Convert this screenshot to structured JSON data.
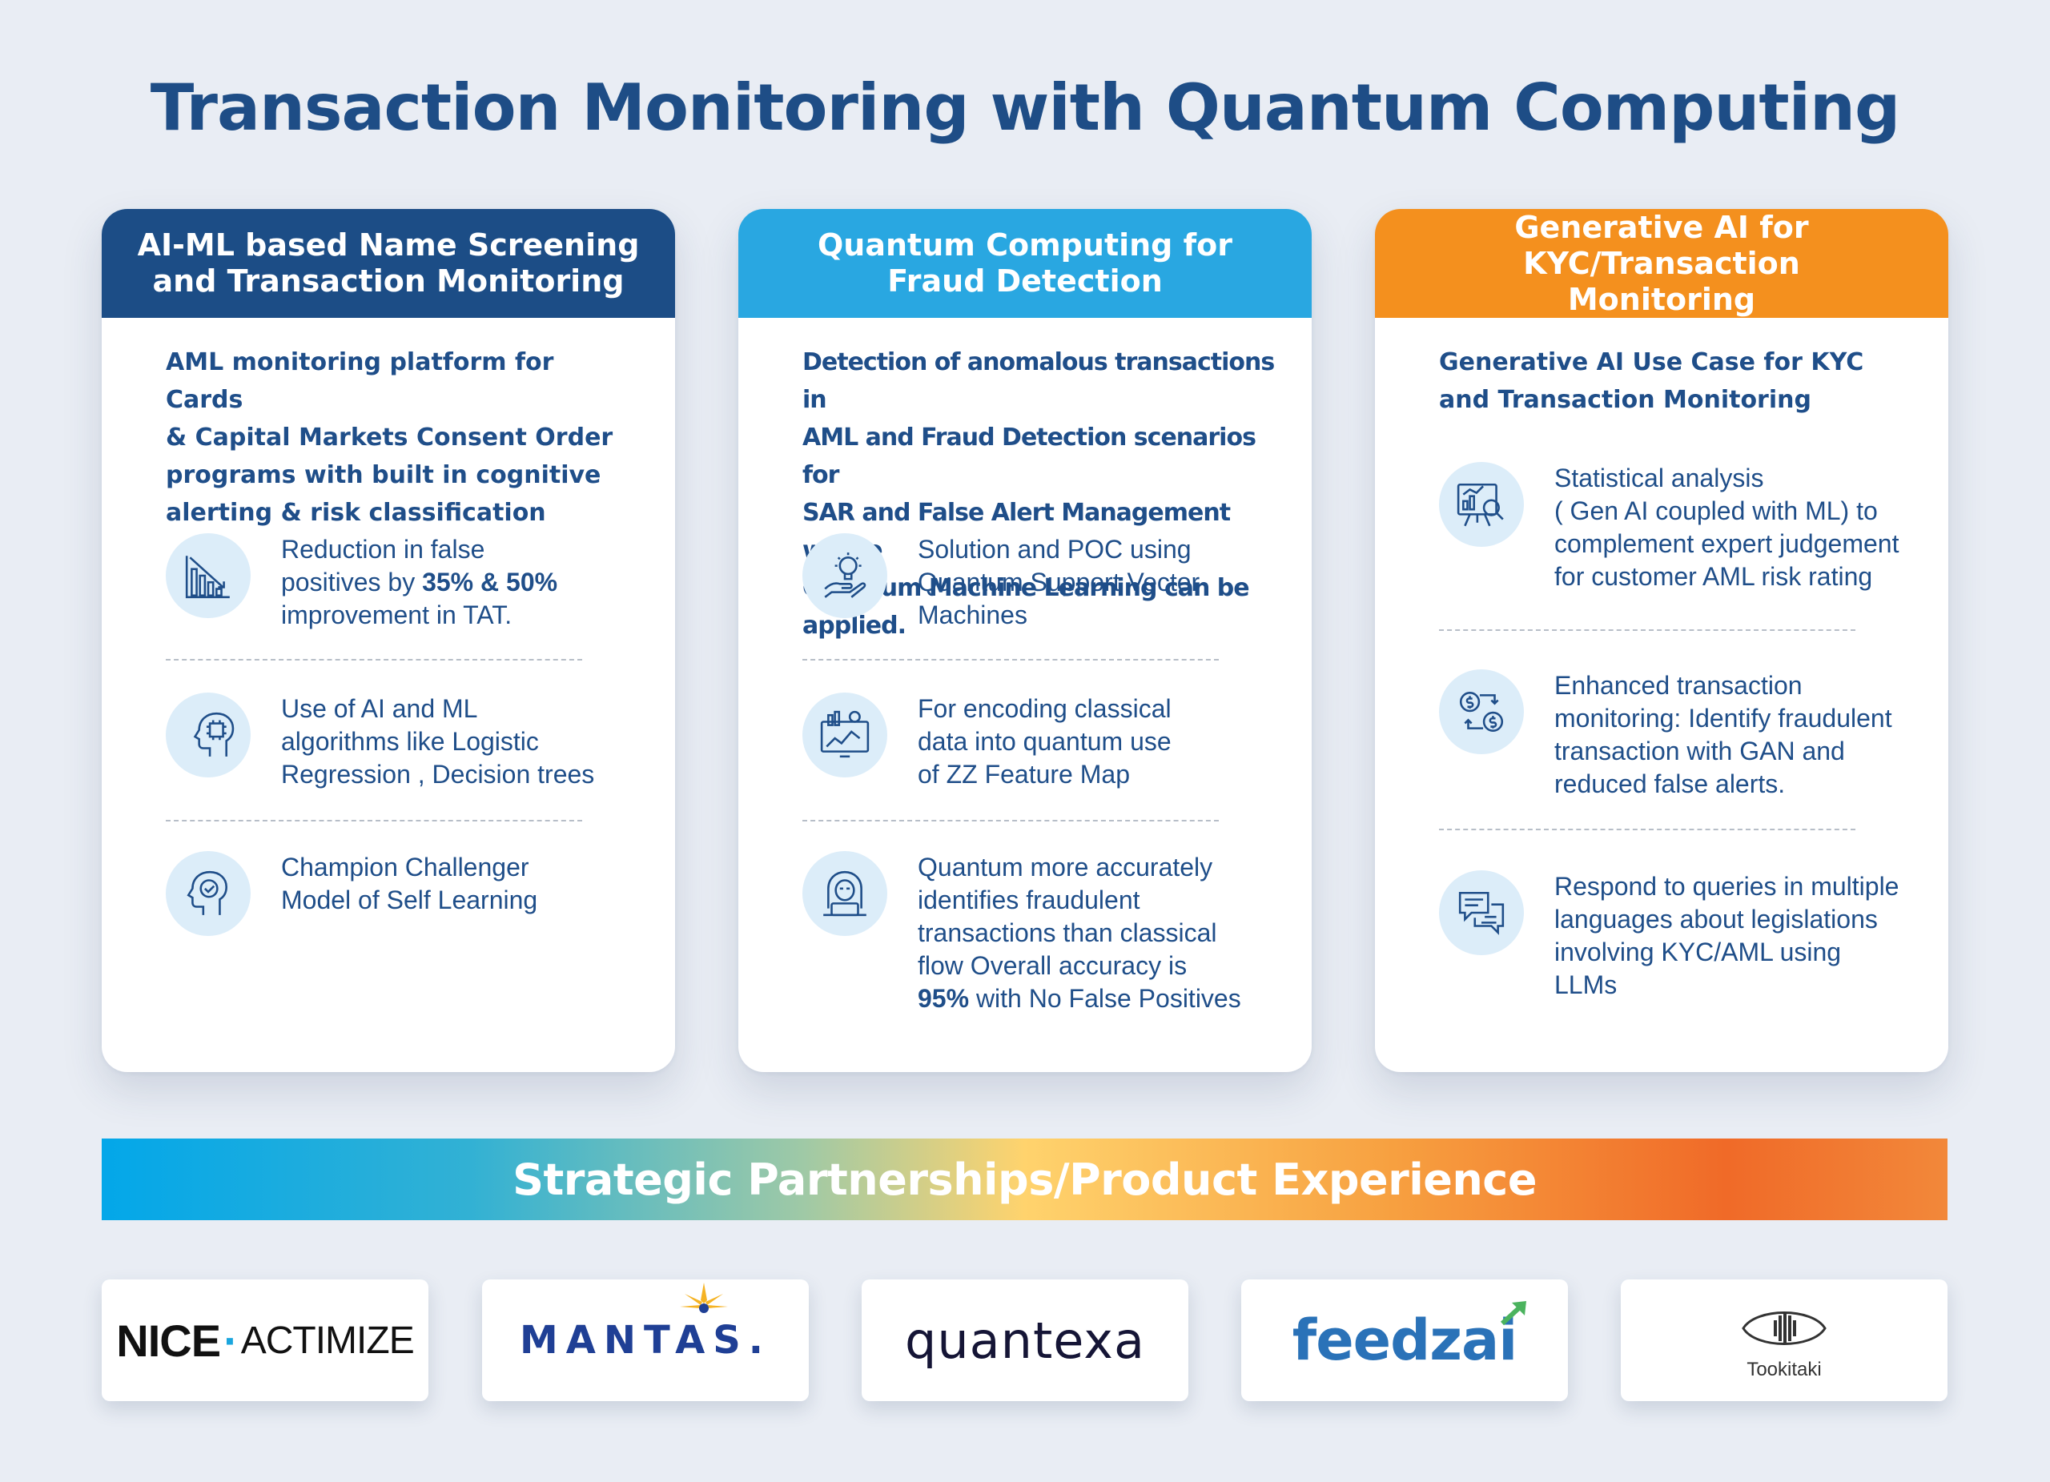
{
  "title": "Transaction Monitoring with Quantum Computing",
  "cards": [
    {
      "header": "AI-ML based Name Screening\nand Transaction Monitoring",
      "header_color": "#1c4d86",
      "description": "AML monitoring platform for Cards\n& Capital Markets Consent Order\nprograms with built in cognitive\nalerting & risk classification",
      "features": [
        {
          "icon": "bar-chart-down-icon",
          "pre": "Reduction in false\npositives by ",
          "bold": "35% & 50%",
          "post": "\nimprovement in TAT."
        },
        {
          "icon": "ai-head-icon",
          "pre": "Use of AI and ML\nalgorithms like Logistic\nRegression , Decision trees",
          "bold": "",
          "post": ""
        },
        {
          "icon": "brain-check-icon",
          "pre": "Champion Challenger\nModel of Self Learning",
          "bold": "",
          "post": ""
        }
      ]
    },
    {
      "header": "Quantum Computing for\nFraud Detection",
      "header_color": "#29a7e1",
      "description": "Detection of anomalous transactions in\nAML and Fraud Detection scenarios for\nSAR and False Alert Management where\nQuantum Machine Learning can be applied.",
      "features": [
        {
          "icon": "lightbulb-hand-icon",
          "pre": "Solution and POC using\nQuantum Support Vector\nMachines",
          "bold": "",
          "post": ""
        },
        {
          "icon": "data-dashboard-icon",
          "pre": "For encoding classical\ndata into quantum use\nof ZZ Feature Map",
          "bold": "",
          "post": ""
        },
        {
          "icon": "hacker-icon",
          "pre": "Quantum more accurately\nidentifies fraudulent\ntransactions than classical\nflow Overall accuracy is\n",
          "bold": "95%",
          "post": " with No False Positives"
        }
      ]
    },
    {
      "header": "Generative AI for KYC/Transaction\nMonitoring",
      "header_color": "#f4901e",
      "description": "Generative AI Use Case for KYC\nand Transaction Monitoring",
      "features": [
        {
          "icon": "analytics-board-icon",
          "pre": "Statistical analysis\n( Gen AI coupled with ML) to\ncomplement expert judgement\nfor customer AML risk rating",
          "bold": "",
          "post": ""
        },
        {
          "icon": "money-exchange-icon",
          "pre": "Enhanced transaction\nmonitoring: Identify fraudulent\ntransaction with GAN and\nreduced false alerts.",
          "bold": "",
          "post": ""
        },
        {
          "icon": "chat-bubbles-icon",
          "pre": "Respond to queries in multiple\nlanguages  about legislations\ninvolving KYC/AML using LLMs",
          "bold": "",
          "post": ""
        }
      ]
    }
  ],
  "banner": "Strategic Partnerships/Product Experience",
  "logos": {
    "nice": {
      "part1": "NICE",
      "part2": "ACTIMIZE"
    },
    "mantas": "MANTAS.",
    "quantexa": "quantexa",
    "feedzai": "feedzai",
    "tookitaki": "Tookitaki"
  }
}
